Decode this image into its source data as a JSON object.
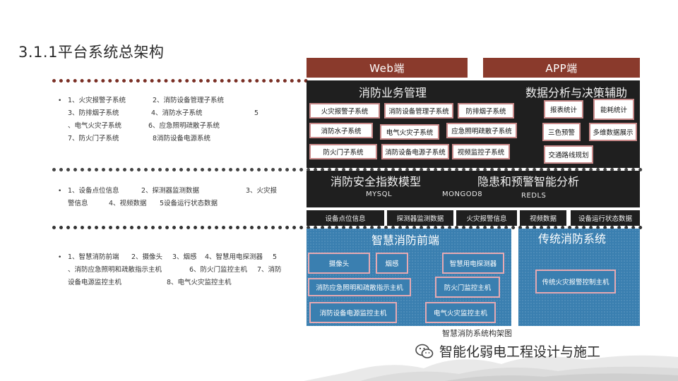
{
  "title": "3.1.1平台系统总架构",
  "notes": {
    "section1_lines": [
      [
        "1、火灾报警子系统",
        "2、消防设备管理子系统"
      ],
      [
        "3、防排烟子系统",
        "4、消防水子系统",
        "5"
      ],
      [
        "、电气火灾子系统",
        "6、应急照明疏散子系统"
      ],
      [
        "7、防火门子系统",
        "8消防设备电源系统"
      ]
    ],
    "section2_lines": [
      [
        "1、设备点位信息",
        "2、探测器监测数据",
        "3、火灾报"
      ],
      [
        "警信息",
        "4、视频数据",
        "5设备运行状态数据"
      ]
    ],
    "section3_lines": [
      [
        "1、智慧消防前端",
        "2、摄像头",
        "3、烟感",
        "4、智慧用电探测器",
        "5"
      ],
      [
        "、消防应急照明和疏散指示主机",
        "6、防火门监控主机",
        "7、消防"
      ],
      [
        "设备电源监控主机",
        "8、电气火灾监控主机"
      ]
    ],
    "bullet": "•"
  },
  "headers": {
    "web": "Web端",
    "app": "APP端"
  },
  "business": {
    "title": "消防业务管理",
    "items": [
      "火灾报警子系统",
      "消防设备管理子系统",
      "防排烟子系统",
      "消防水子系统",
      "电气火灾子系统",
      "应急照明疏散子系统",
      "防火门子系统",
      "消防设备电源子系统",
      "视频监控子系统"
    ]
  },
  "analysis": {
    "title": "数据分析与决策辅助",
    "items": [
      "报表统计",
      "能耗统计",
      "三色预警",
      "多维数据展示",
      "交通路线规划"
    ]
  },
  "model": {
    "index_title": "消防安全指数模型",
    "warn_title": "隐患和预警智能分析",
    "db1": "MYSQL",
    "db2": "MONGOD8",
    "db3": "REDLS"
  },
  "data_row": [
    "设备点位信息",
    "探测器监测数据",
    "火灾报警信息",
    "视频数据",
    "设备运行状态数据"
  ],
  "front": {
    "title": "智慧消防前端",
    "items": [
      "摄像头",
      "烟感",
      "智慧用电探测器",
      "消防应急照明和疏散指示主机",
      "防火门监控主机",
      "消防设备电源监控主机",
      "电气火灾监控主机"
    ]
  },
  "traditional": {
    "title": "传统消防系统",
    "items": [
      "传统火灾报警控制主机"
    ]
  },
  "caption": "智慧消防系统构架图",
  "watermark": "智能化弱电工程设计与施工"
}
